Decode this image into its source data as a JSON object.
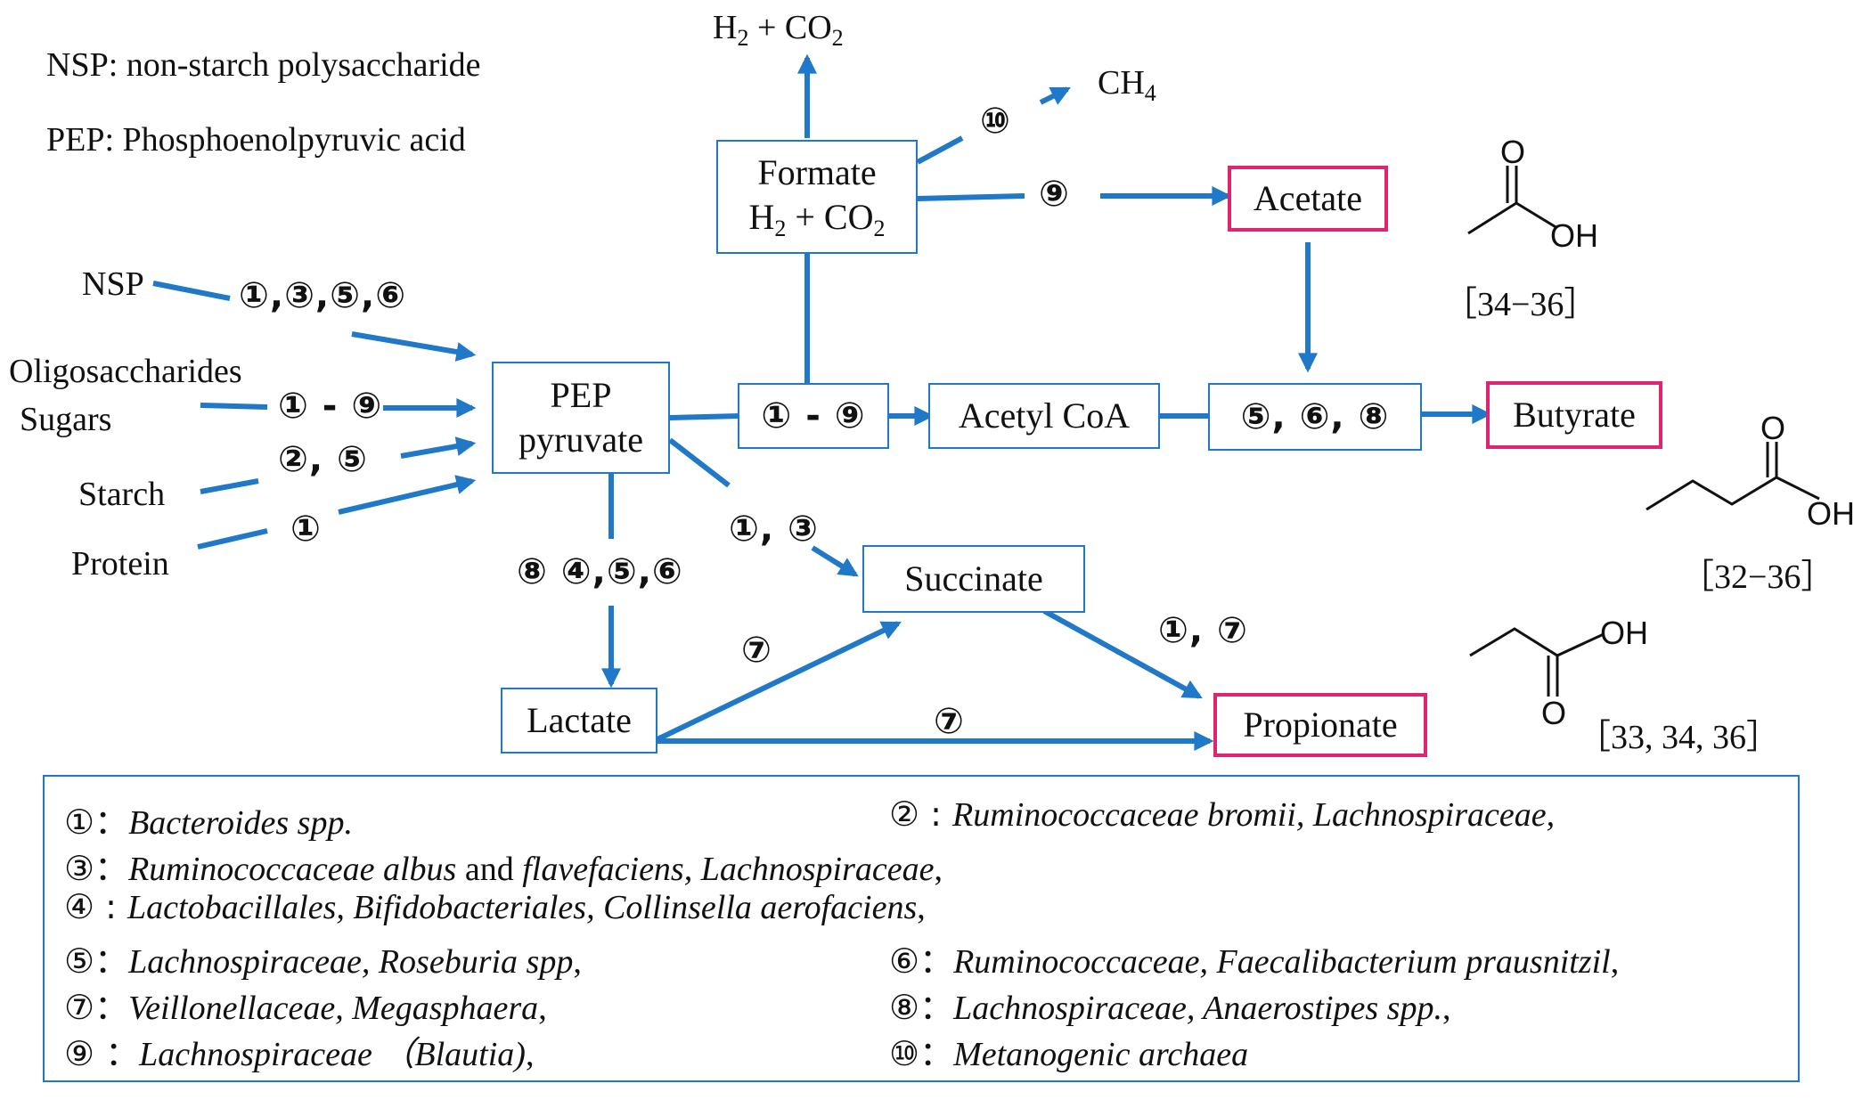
{
  "abbrev": {
    "nsp": "NSP: non-starch polysaccharide",
    "pep": "PEP: Phosphoenolpyruvic acid"
  },
  "sources": {
    "nsp": "NSP",
    "oligo": "Oligosaccharides",
    "sugars": "Sugars",
    "starch": "Starch",
    "protein": "Protein"
  },
  "nodes": {
    "pep": "PEP",
    "pyruvate": "pyruvate",
    "formate": "Formate",
    "formate_h2co2_main": "H",
    "h2co2_prefix": "H",
    "h2co2_sub2": "2",
    "h2co2_plus": " + CO",
    "ch4_main": "CH",
    "ch4_sub": "4",
    "acetate": "Acetate",
    "acetyl_coa": "Acetyl CoA",
    "butyrate": "Butyrate",
    "succinate": "Succinate",
    "lactate": "Lactate",
    "propionate": "Propionate"
  },
  "step_labels": {
    "nsp": "①,③,⑤,⑥",
    "oligo": "① - ⑨",
    "starch": "②, ⑤",
    "protein": "①",
    "pep_acetyl": "① - ⑨",
    "acetyl_butyrate": "⑤, ⑥, ⑧",
    "pep_succinate": "①, ③",
    "pep_lactate": "⑧  ④,⑤,⑥",
    "lactate_succinate": "⑦",
    "lactate_propionate": "⑦",
    "succinate_propionate": "①, ⑦",
    "formate_acetate": "⑨",
    "formate_ch4": "⑩"
  },
  "chem": {
    "o": "O",
    "oh": "OH"
  },
  "refs": {
    "acetate": "［34−36］",
    "butyrate": "［32−36］",
    "propionate": "［33, 34, 36］"
  },
  "legend": [
    {
      "num": "①",
      "sep": "：",
      "text": "Bacteroides spp."
    },
    {
      "num": "②",
      "sep": " : ",
      "text": "Ruminococcaceae bromii, Lachnospiraceae,"
    },
    {
      "num": "③",
      "sep": "：",
      "text_a": "Ruminococcaceae albus",
      "text_mid": " and ",
      "text_b": "flavefaciens, Lachnospiraceae",
      "text_end": ","
    },
    {
      "num": "④",
      "sep": " : ",
      "text": "Lactobacillales, Bifidobacteriales, Collinsella aerofaciens",
      "text_end": ","
    },
    {
      "num": "⑤",
      "sep": "：",
      "text": "Lachnospiraceae, Roseburia spp",
      "text_end": ","
    },
    {
      "num": "⑥",
      "sep": "：",
      "text": "Ruminococcaceae, Faecalibacterium prausnitzil",
      "text_end": ","
    },
    {
      "num": "⑦",
      "sep": "：",
      "text": "Veillonellaceae,  Megasphaera",
      "text_end": ","
    },
    {
      "num": "⑧",
      "sep": "：",
      "text": "Lachnospiraceae, Anaerostipes spp.",
      "text_end": ","
    },
    {
      "num": "⑨",
      "sep": " ：",
      "text": "Lachnospiraceae （Blautia)",
      "text_end": ","
    },
    {
      "num": "⑩",
      "sep": "：",
      "text": "Metanogenic archaea"
    }
  ],
  "colors": {
    "arrow": "#1f78c8",
    "product_border": "#e0246f",
    "box_border": "#1f78c8"
  }
}
